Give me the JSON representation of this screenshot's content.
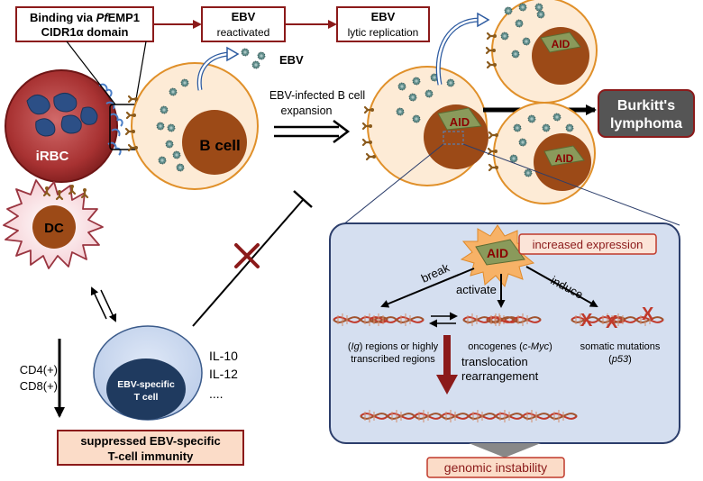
{
  "labels": {
    "binding_line1_pre": "Binding via ",
    "binding_line1_italic": "Pf",
    "binding_line1_post": "EMP1",
    "binding_line2": "CIDR1α domain",
    "ebv_reactivated_title": "EBV",
    "ebv_reactivated_sub": "reactivated",
    "ebv_lytic_title": "EBV",
    "ebv_lytic_sub": "lytic replication",
    "ebv_virus": "EBV",
    "irbc": "iRBC",
    "b_cell": "B cell",
    "expansion_line1": "EBV-infected B cell",
    "expansion_line2": "expansion",
    "burkitt_line1": "Burkitt's",
    "burkitt_line2": "lymphoma",
    "aid": "AID",
    "dc": "DC",
    "t_cell_line1": "EBV-specific",
    "t_cell_line2": "T cell",
    "cd4": "CD4(+)",
    "cd8": "CD8(+)",
    "cytokine1": "IL-10",
    "cytokine2": "IL-12",
    "cytokine_more": "....",
    "suppressed_line1": "suppressed  EBV-specific",
    "suppressed_line2": "T-cell immunity",
    "increased_expression": "increased expression",
    "break": "break",
    "activate": "activate",
    "induce": "induce",
    "ig_line1_pre": "(",
    "ig_line1_italic": "Ig",
    "ig_line1_post": ") regions or highly",
    "ig_line2": "transcribed regions",
    "oncogenes_pre": "oncogenes (",
    "oncogenes_italic": "c-Myc",
    "oncogenes_post": ")",
    "somatic_line1": "somatic mutations",
    "somatic_line2_pre": "(",
    "somatic_line2_italic": "p53",
    "somatic_line2_post": ")",
    "translocation": "translocation",
    "rearrangement": "rearrangement",
    "genomic_instability": "genomic instability"
  },
  "colors": {
    "dark_red": "#8b1a1a",
    "cell_fill": "#fdebd6",
    "cell_stroke": "#e0902a",
    "nucleus": "#9c4a17",
    "virus": "#5f8c8a",
    "aid_fill": "#8a9a5b",
    "panel_fill": "#d5dff0",
    "panel_stroke": "#2c3e6b",
    "burkitt_fill": "#555555",
    "label_box_fill": "#fbdcc8"
  }
}
